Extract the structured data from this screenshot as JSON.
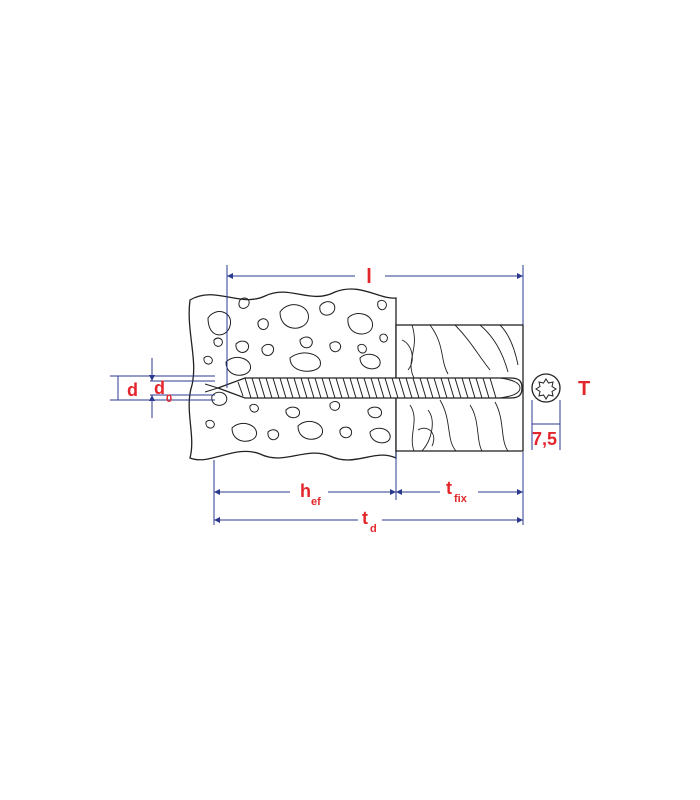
{
  "diagram": {
    "labels": {
      "l": "l",
      "d": "d",
      "d0_main": "d",
      "d0_sub": "0",
      "hef_main": "h",
      "hef_sub": "ef",
      "tfix_main": "t",
      "tfix_sub": "fix",
      "td_main": "t",
      "td_sub": "d",
      "T": "T",
      "head_size": "7,5"
    },
    "colors": {
      "dimension_line": "#2b3a8f",
      "label": "#e3262b",
      "outline": "#222222"
    }
  }
}
